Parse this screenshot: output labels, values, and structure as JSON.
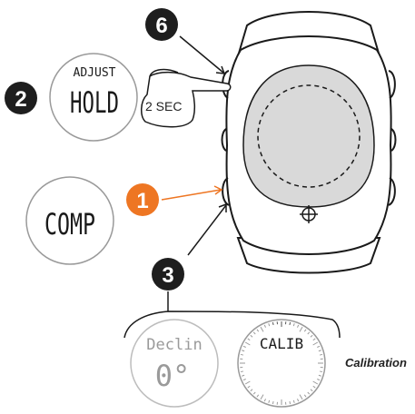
{
  "badges": {
    "step_6": "6",
    "step_2": "2",
    "step_1": "1",
    "step_3": "3"
  },
  "adjust_display": {
    "top_label": "ADJUST",
    "main_label": "HOLD"
  },
  "hand": {
    "duration_label": "2 SEC"
  },
  "comp_display": {
    "main_label": "COMP"
  },
  "declin_display": {
    "top_label": "Declin",
    "value": "0°"
  },
  "calib_display": {
    "top_label": "CALIB"
  },
  "calibration_caption": "Calibration",
  "colors": {
    "badge_dark": "#1e1e1e",
    "badge_orange": "#ee7623",
    "watch_face_fill": "#d9d9d9",
    "line": "#1a1a1a",
    "faded_line": "#9a9a9a"
  }
}
